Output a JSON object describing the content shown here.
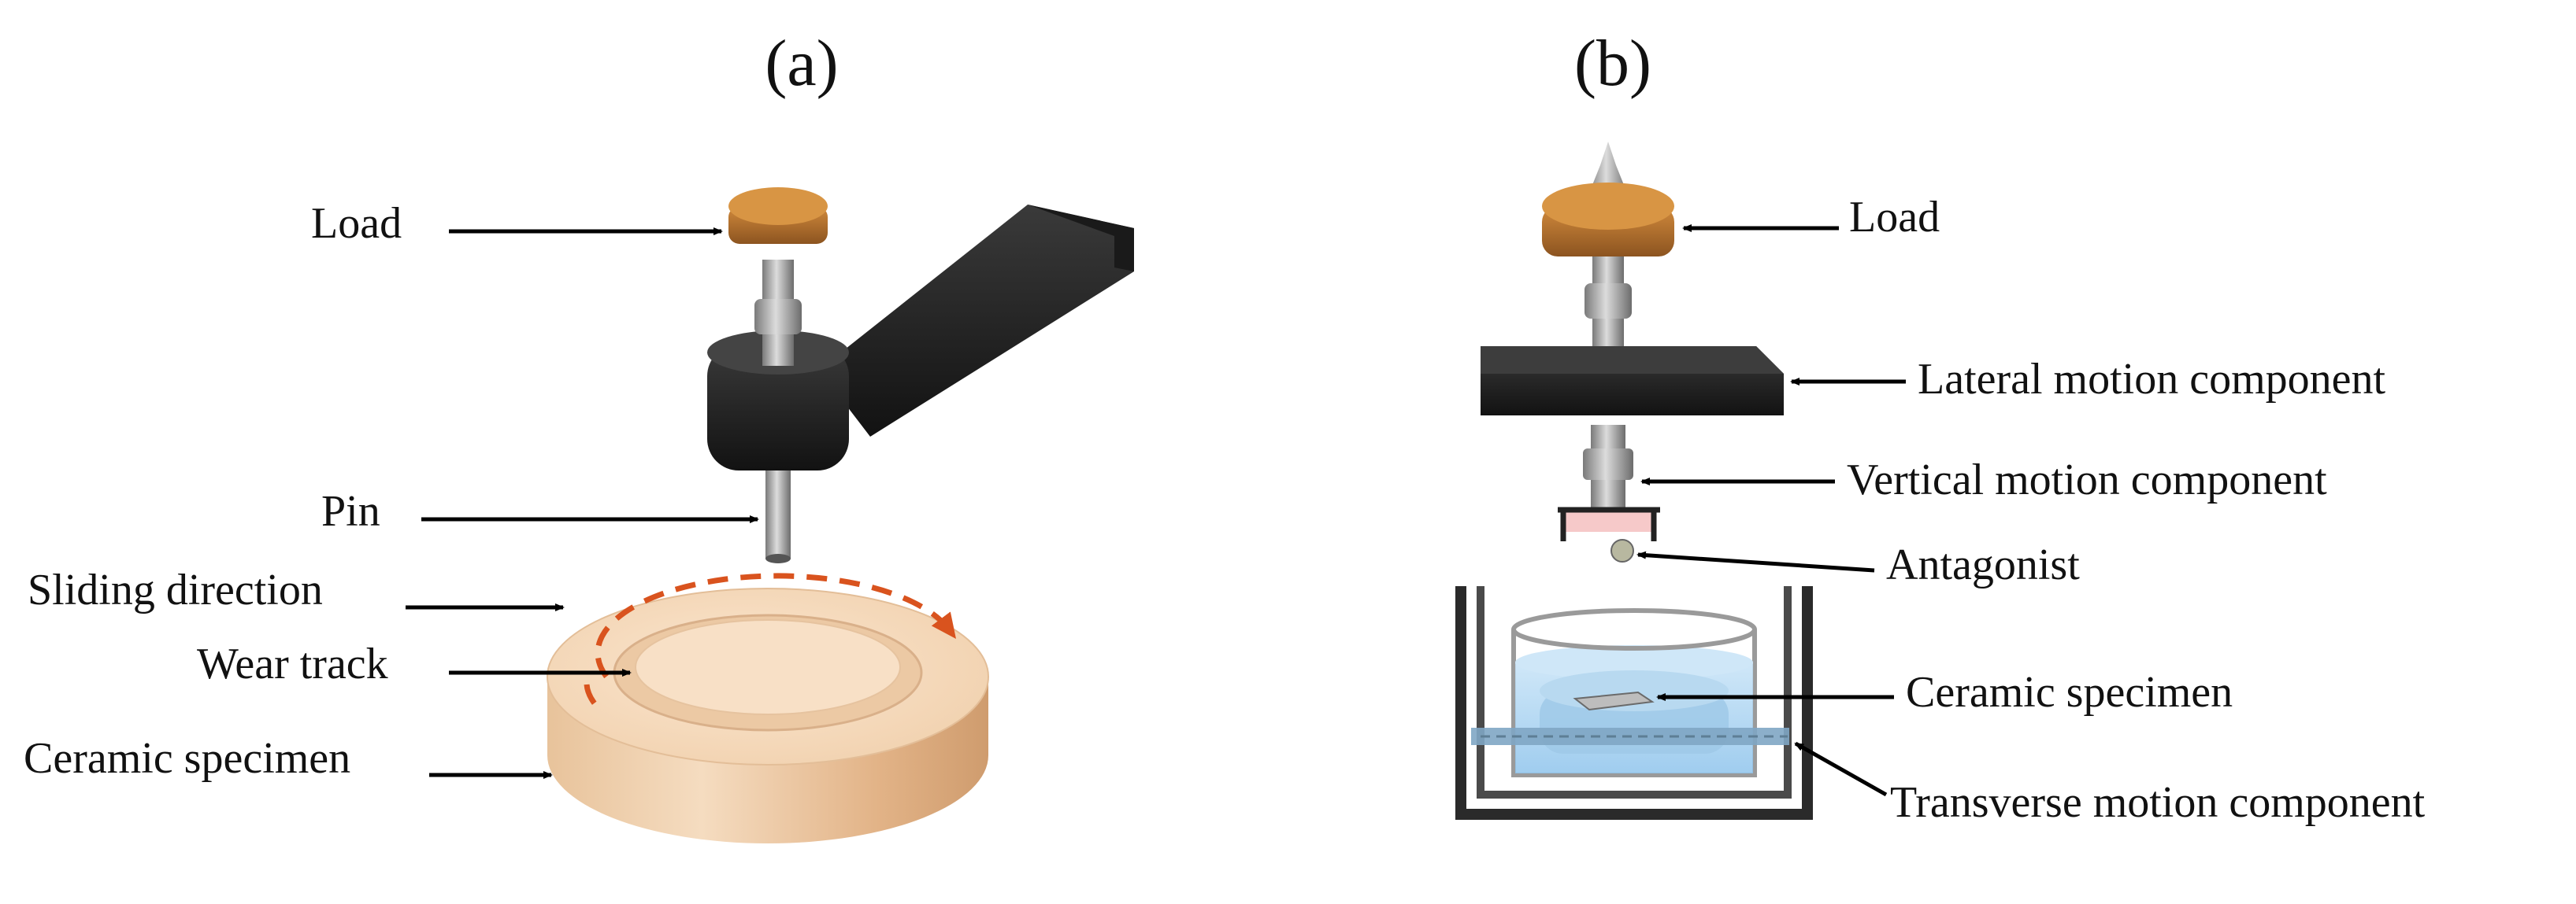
{
  "panels": {
    "a": {
      "label": "(a)"
    },
    "b": {
      "label": "(b)"
    }
  },
  "panel_a": {
    "labels": {
      "load": "Load",
      "pin": "Pin",
      "sliding_direction": "Sliding direction",
      "wear_track": "Wear track",
      "ceramic_specimen": "Ceramic specimen"
    }
  },
  "panel_b": {
    "labels": {
      "load": "Load",
      "lateral": "Lateral motion component",
      "vertical": "Vertical motion component",
      "antagonist": "Antagonist",
      "ceramic_specimen": "Ceramic specimen",
      "transverse": "Transverse motion component"
    }
  },
  "colors": {
    "load_weight": "#b8702a",
    "arm": "#2a2a2a",
    "pin_metal": "#9a9a9a",
    "specimen_disc": "#f2d2b0",
    "sliding_arrow": "#d9531e",
    "water": "#a9d4f2",
    "antagonist_pad": "#f6c9c9"
  },
  "icons": {
    "pointer": "arrow-icon",
    "sliding": "dashed-curved-arrow-icon"
  }
}
